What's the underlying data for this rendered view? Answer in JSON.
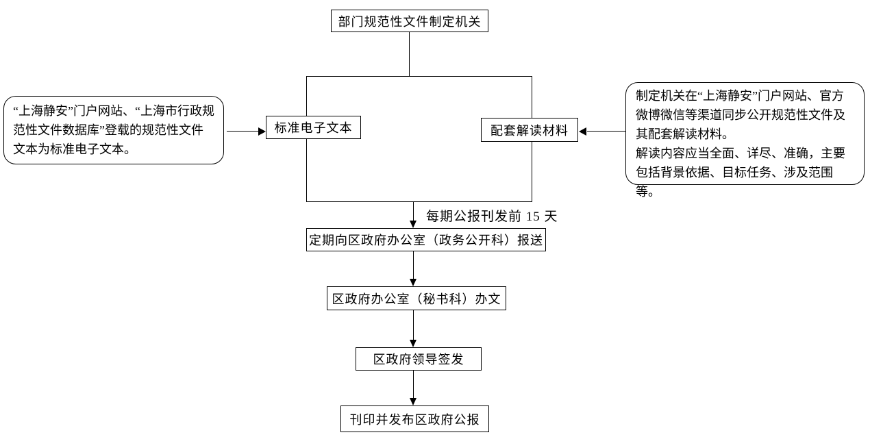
{
  "diagram": {
    "type": "flowchart",
    "nodes": {
      "authority": "部门规范性文件制定机关",
      "standard_text": "标准电子文本",
      "support_material": "配套解读材料",
      "report": "定期向区政府办公室（政务公开科）报送",
      "office": "区政府办公室（秘书科）办文",
      "sign": "区政府领导签发",
      "publish": "刊印并发布区政府公报"
    },
    "notes": {
      "left": "“上海静安”门户网站、“上海市行政规范性文件数据库”登载的规范性文件文本为标准电子文本。",
      "right_para1": "制定机关在“上海静安”门户网站、官方微博微信等渠道同步公开规范性文件及其配套解读材料。",
      "right_para2": "解读内容应当全面、详尽、准确，主要包括背景依据、目标任务、涉及范围等。"
    },
    "edge_labels": {
      "report_timing": "每期公报刊发前 15 天"
    },
    "colors": {
      "line": "#000000",
      "text": "#000000",
      "background": "#ffffff"
    }
  }
}
